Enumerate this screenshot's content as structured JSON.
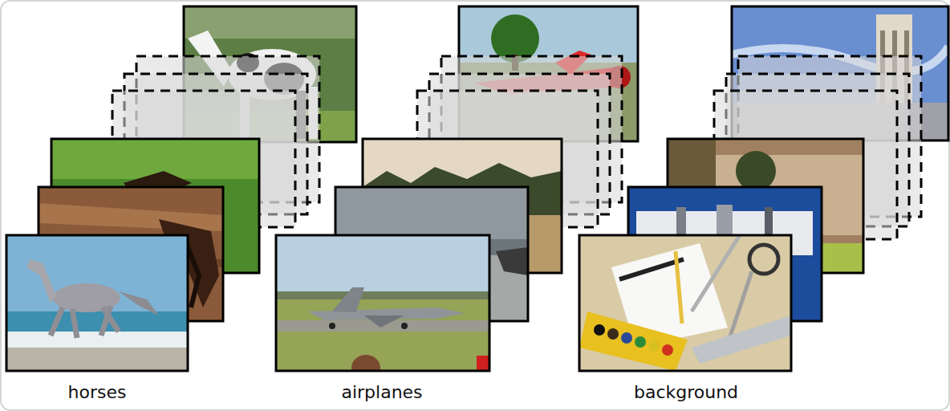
{
  "diagram": {
    "labels": [
      "horses",
      "airplanes",
      "background"
    ]
  }
}
